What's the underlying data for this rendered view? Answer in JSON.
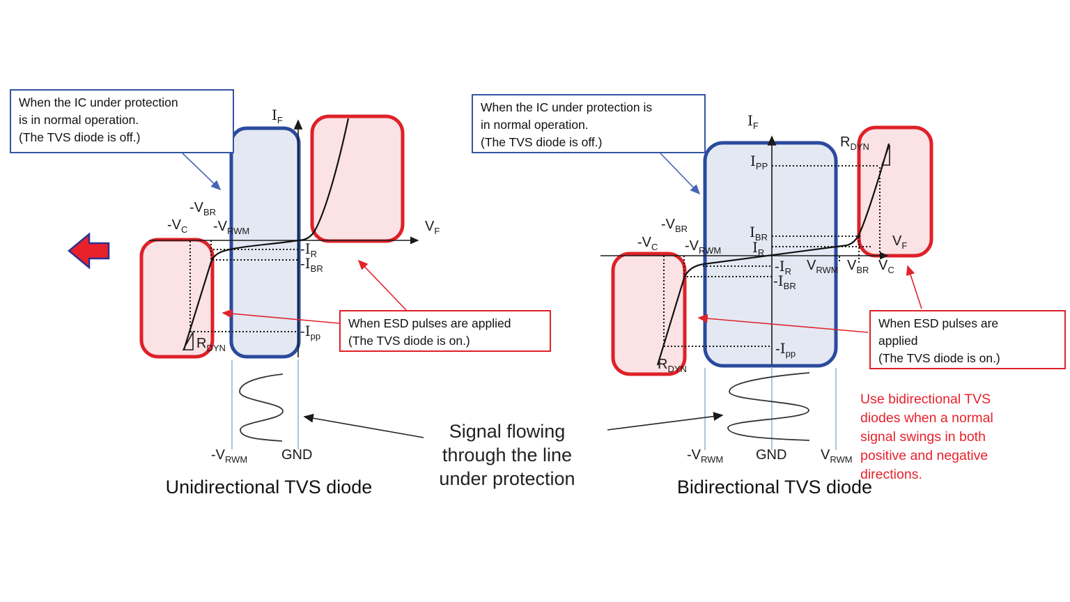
{
  "slide": {
    "center_note": {
      "lines": [
        "Signal flowing",
        "through the line",
        "under protection"
      ]
    },
    "bidirectional_note": {
      "lines": [
        "Use bidirectional TVS",
        "diodes when a normal",
        "signal swings in both",
        "positive and negative",
        "directions."
      ]
    }
  },
  "colors": {
    "accent_blue": "#2b4a9d",
    "accent_red": "#de2128",
    "blue_fill": "#e1e6f2",
    "red_fill": "#f9dfe2",
    "red_text": "#e8212b",
    "light_blue_line": "#8fb8d8"
  },
  "left_diagram": {
    "title": "Unidirectional TVS diode",
    "normal_box": {
      "lines": [
        "When the IC under protection",
        "is in normal operation.",
        "(The TVS diode is off.)"
      ]
    },
    "esd_box": {
      "lines": [
        "When ESD pulses are applied",
        "(The TVS diode is on.)"
      ]
    },
    "labels": {
      "i_f": {
        "main": "I",
        "sub": "F"
      },
      "v_f": {
        "main": "V",
        "sub": "F"
      },
      "neg_v_br": {
        "main": "-V",
        "sub": "BR"
      },
      "neg_v_c": {
        "main": "-V",
        "sub": "C"
      },
      "neg_v_rwm": {
        "main": "-V",
        "sub": "RWM"
      },
      "neg_i_r": {
        "main": "-I",
        "sub": "R"
      },
      "neg_i_br": {
        "main": "-I",
        "sub": "BR"
      },
      "neg_i_pp": {
        "main": "-I",
        "sub": "pp"
      },
      "r_dyn": {
        "main": "R",
        "sub": "DYN"
      },
      "axis_neg_v_rwm": {
        "main": "-V",
        "sub": "RWM"
      },
      "axis_gnd": {
        "main": "GND",
        "sub": ""
      }
    }
  },
  "right_diagram": {
    "title": "Bidirectional TVS diode",
    "normal_box": {
      "lines": [
        "When the IC under protection is",
        "in normal operation.",
        "(The TVS diode is off.)"
      ]
    },
    "esd_box": {
      "lines": [
        "When ESD pulses are",
        "applied",
        "(The TVS diode is on.)"
      ]
    },
    "labels": {
      "i_f": {
        "main": "I",
        "sub": "F"
      },
      "v_f": {
        "main": "V",
        "sub": "F"
      },
      "i_pp": {
        "main": "I",
        "sub": "PP"
      },
      "i_br": {
        "main": "I",
        "sub": "BR"
      },
      "i_r": {
        "main": "I",
        "sub": "R"
      },
      "r_dyn": {
        "main": "R",
        "sub": "DYN"
      },
      "neg_v_br": {
        "main": "-V",
        "sub": "BR"
      },
      "neg_v_c": {
        "main": "-V",
        "sub": "C"
      },
      "neg_v_rwm": {
        "main": "-V",
        "sub": "RWM"
      },
      "v_rwm": {
        "main": "V",
        "sub": "RWM"
      },
      "v_br": {
        "main": "V",
        "sub": "BR"
      },
      "v_c": {
        "main": "V",
        "sub": "C"
      },
      "neg_i_r": {
        "main": "-I",
        "sub": "R"
      },
      "neg_i_br": {
        "main": "-I",
        "sub": "BR"
      },
      "neg_i_pp": {
        "main": "-I",
        "sub": "pp"
      },
      "axis_neg_v_rwm": {
        "main": "-V",
        "sub": "RWM"
      },
      "axis_gnd": {
        "main": "GND",
        "sub": ""
      },
      "axis_v_rwm": {
        "main": "V",
        "sub": "RWM"
      }
    }
  }
}
